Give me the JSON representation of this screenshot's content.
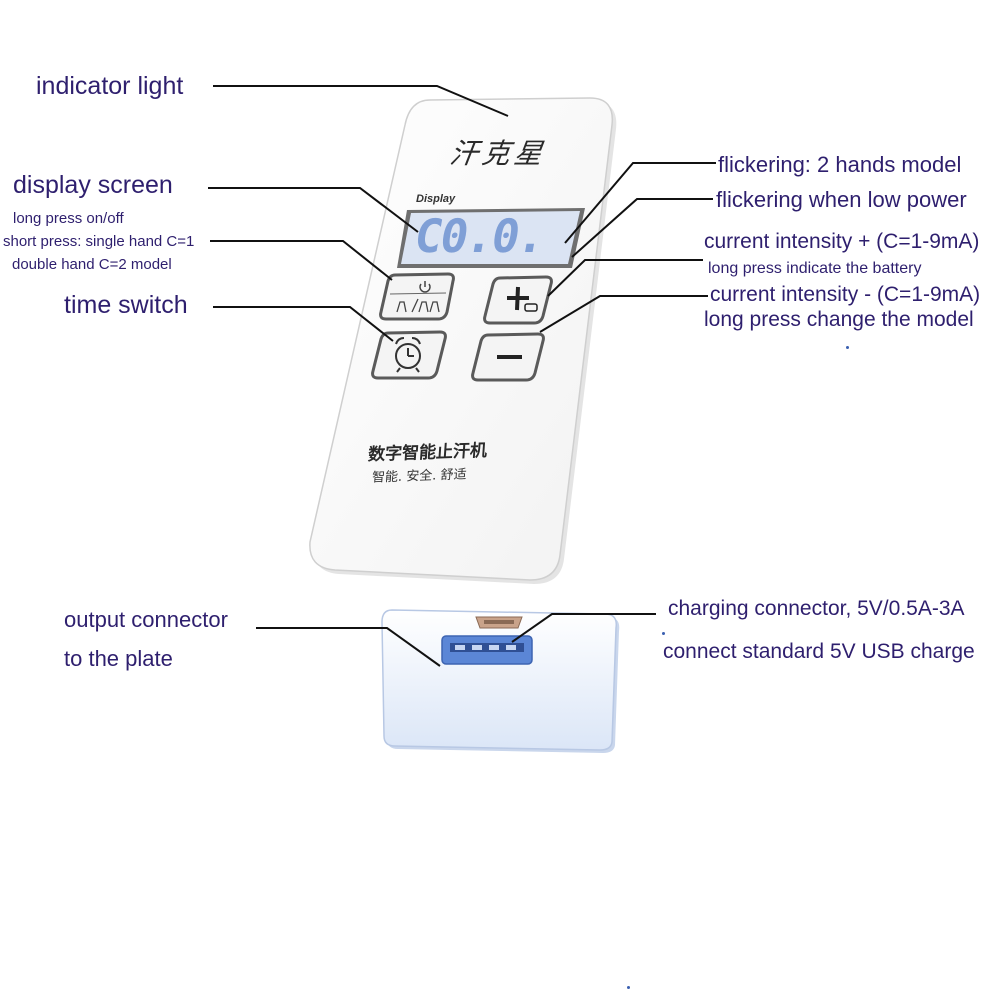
{
  "device": {
    "brand": "汗克星",
    "display_label": "Display",
    "display_readout": "C0.0.",
    "product_name": "数字智能止汗机",
    "product_tagline": "智能. 安全. 舒适"
  },
  "labels": {
    "indicator_light": "indicator light",
    "display_screen": "display screen",
    "power_long": "long press on/off",
    "power_short": "short press: single hand C=1",
    "power_double": "double hand C=2 model",
    "time_switch": "time switch",
    "flicker_two_hands": "flickering: 2 hands model",
    "flicker_low_power": "flickering when low power",
    "current_plus": "current intensity + (C=1-9mA)",
    "plus_long_press": "long press indicate the battery",
    "current_minus": "current intensity - (C=1-9mA)",
    "minus_long_press": "long press change the model",
    "output_connector": "output connector",
    "to_plate": "to the plate",
    "charging_connector": "charging connector, 5V/0.5A-3A",
    "usb_charge": "connect standard 5V USB charge"
  },
  "colors": {
    "label_text": "#2e1f6e",
    "leader_line": "#111111",
    "display_bg": "#dbe4f3",
    "display_digits": "#7f9fd6",
    "usb_blue": "#5b86d6",
    "connector_body": "#e6eefa"
  },
  "icons": {
    "power_mode_button": "power-mode-icon",
    "timer_button": "alarm-clock-icon",
    "plus_button": "plus-icon",
    "minus_button": "minus-icon",
    "usb_port": "usb-port-icon",
    "micro_usb_port": "micro-usb-icon"
  }
}
